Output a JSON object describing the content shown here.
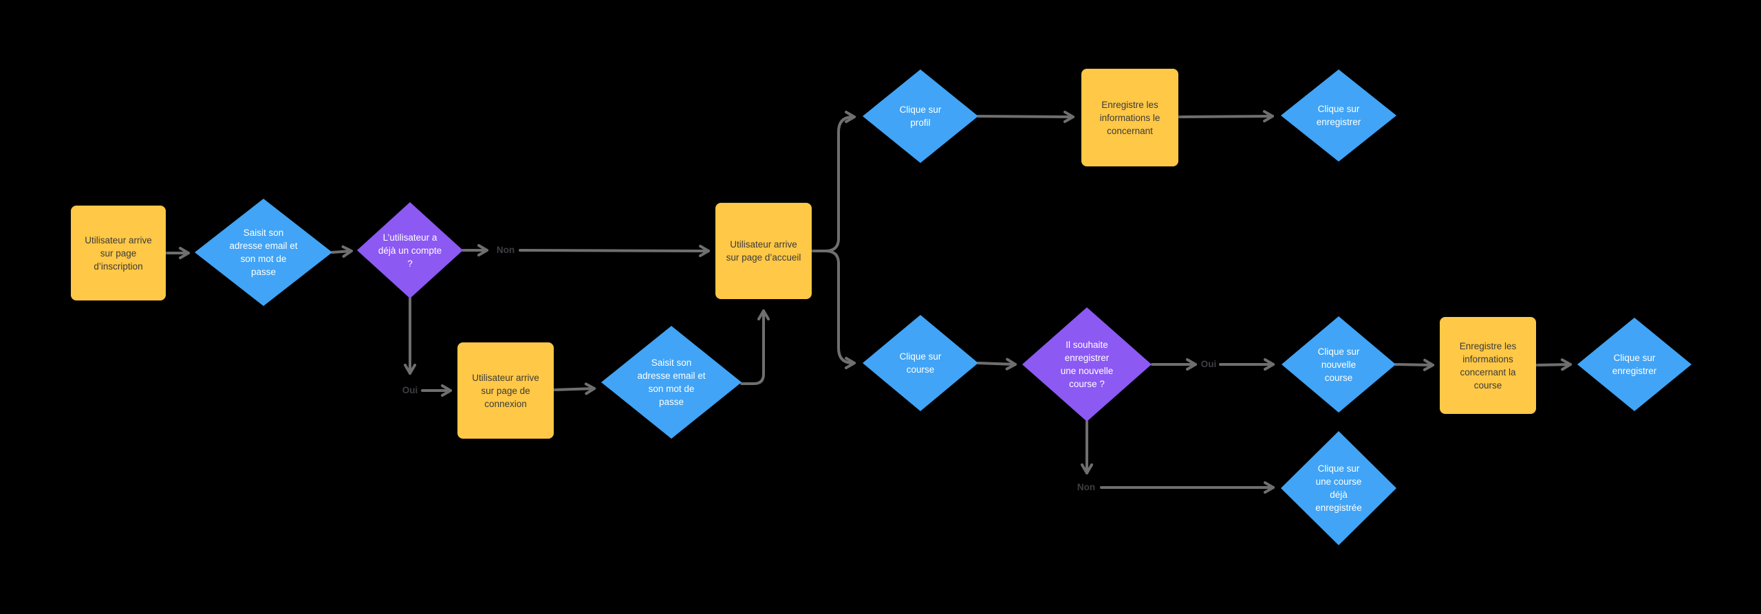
{
  "canvas": {
    "background": "#000000"
  },
  "colors": {
    "canvas_bg": "#000000",
    "process_fill": "#FFC846",
    "action_fill": "#41A4F6",
    "decision_fill": "#8C59F3",
    "connector": "#6F6F6F",
    "edge_label": "#3E3E44",
    "process_text": "#3B3B3B",
    "diamond_text": "#FFFFFF"
  },
  "nodes": [
    {
      "id": "page-inscription",
      "type": "process",
      "shape": "rectangle",
      "label": "Utilisateur arrive sur page d’inscription"
    },
    {
      "id": "saisie-credentials-inscription",
      "type": "action",
      "shape": "diamond",
      "label": "Saisit son adresse email et son mot de passe"
    },
    {
      "id": "deja-un-compte",
      "type": "decision",
      "shape": "diamond",
      "label": "L’utilisateur a déjà un compte ?"
    },
    {
      "id": "page-accueil",
      "type": "process",
      "shape": "rectangle",
      "label": "Utilisateur arrive sur page d’accueil"
    },
    {
      "id": "page-connexion",
      "type": "process",
      "shape": "rectangle",
      "label": "Utilisateur arrive sur page de connexion"
    },
    {
      "id": "saisie-credentials-connexion",
      "type": "action",
      "shape": "diamond",
      "label": "Saisit son adresse email et son mot de passe"
    },
    {
      "id": "clique-profil",
      "type": "action",
      "shape": "diamond",
      "label": "Clique sur profil"
    },
    {
      "id": "enregistre-infos-profil",
      "type": "process",
      "shape": "rectangle",
      "label": "Enregistre les informations le concernant"
    },
    {
      "id": "clique-enregistrer-profil",
      "type": "action",
      "shape": "diamond",
      "label": "Clique sur enregistrer"
    },
    {
      "id": "clique-course",
      "type": "action",
      "shape": "diamond",
      "label": "Clique sur course"
    },
    {
      "id": "souhaite-nouvelle-course",
      "type": "decision",
      "shape": "diamond",
      "label": "Il souhaite enregistrer une nouvelle course ?"
    },
    {
      "id": "clique-nouvelle-course",
      "type": "action",
      "shape": "diamond",
      "label": "Clique sur nouvelle course"
    },
    {
      "id": "enregistre-infos-course",
      "type": "process",
      "shape": "rectangle",
      "label": "Enregistre les informations concernant la course"
    },
    {
      "id": "clique-enregistrer-course",
      "type": "action",
      "shape": "diamond",
      "label": "Clique sur enregistrer"
    },
    {
      "id": "clique-course-existante",
      "type": "action",
      "shape": "diamond",
      "label": "Clique sur une course déjà enregistrée"
    }
  ],
  "edge_labels": [
    {
      "id": "non-compte",
      "text": "Non"
    },
    {
      "id": "oui-compte",
      "text": "Oui"
    },
    {
      "id": "oui-nouvelle-course",
      "text": "Oui"
    },
    {
      "id": "non-nouvelle-course",
      "text": "Non"
    }
  ]
}
